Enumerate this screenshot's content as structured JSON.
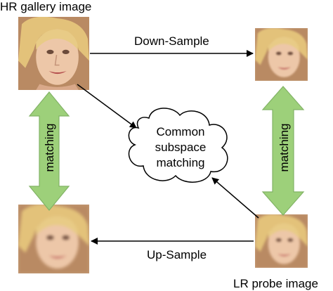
{
  "labels": {
    "hr_gallery": "HR gallery image",
    "lr_probe": "LR probe image",
    "down_sample": "Down-Sample",
    "up_sample": "Up-Sample",
    "common_line1": "Common",
    "common_line2": "subspace",
    "common_line3": "matching",
    "matching_left": "matching",
    "matching_right": "matching"
  },
  "colors": {
    "arrow_fill": "#9dd07a",
    "arrow_stroke": "#82b366",
    "line": "#000000",
    "cloud_stroke": "#000000"
  },
  "icons": {
    "hr_face": "face-photo",
    "down_face": "face-photo",
    "up_face": "face-photo-blurred",
    "lr_face": "face-photo-blurred"
  }
}
